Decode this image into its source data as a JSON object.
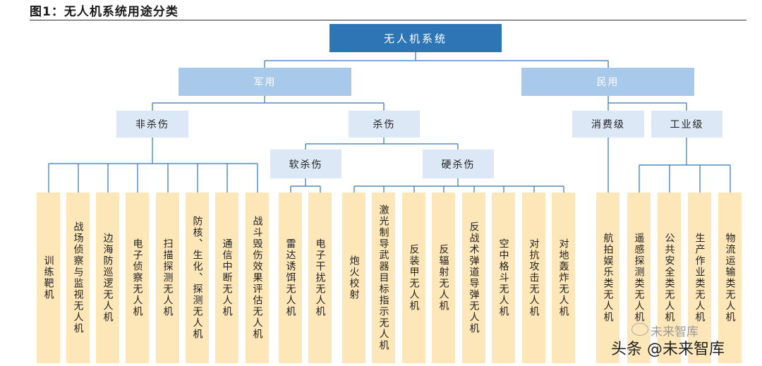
{
  "figure_title": "图1：无人机系统用途分类",
  "root": "无人机系统",
  "military": {
    "label": "军用",
    "non_lethal": {
      "label": "非杀伤",
      "leaves": [
        "训练靶机",
        "战场侦察与监视无人机",
        "边海防巡逻无人机",
        "电子侦察无人机",
        "扫描探测无人机",
        "防核、生化、探测无人机",
        "通信中断无人机",
        "战斗毁伤效果评估无人机"
      ]
    },
    "lethal": {
      "label": "杀伤",
      "soft": {
        "label": "软杀伤",
        "leaves": [
          "雷达诱饵无人机",
          "电子干扰无人机"
        ]
      },
      "hard": {
        "label": "硬杀伤",
        "leaves": [
          "炮火校射",
          "激光制导武器目标指示无人机",
          "反装甲无人机",
          "反辐射无人机",
          "反战术弹道导弹无人机",
          "空中格斗无人机",
          "对抗攻击无人机",
          "对地轰炸无人机"
        ]
      }
    }
  },
  "civil": {
    "label": "民用",
    "consumer": {
      "label": "消费级",
      "leaves": [
        "航拍娱乐类无人机"
      ]
    },
    "industrial": {
      "label": "工业级",
      "leaves": [
        "遥感探测类无人机",
        "公共安全类无人机",
        "生产作业类无人机",
        "物流运输类无人机"
      ]
    }
  },
  "watermark": {
    "text": "头条 @未来智库",
    "ghost": "未来智库"
  },
  "colors": {
    "root": "#2e75b6",
    "level1": "#a9c9ea",
    "level2": "#dce8f5",
    "leaf": "#fde6b8",
    "line": "#2e75b6"
  }
}
